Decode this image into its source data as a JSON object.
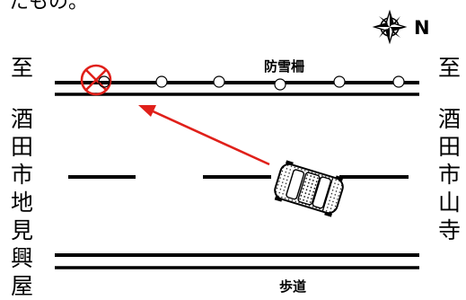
{
  "header_fragment": "たもの。",
  "left_destination": {
    "prefix": "至",
    "chars": [
      "酒",
      "田",
      "市",
      "地",
      "見",
      "興",
      "屋"
    ]
  },
  "right_destination": {
    "prefix": "至",
    "chars": [
      "酒",
      "田",
      "市",
      "山",
      "寺"
    ]
  },
  "labels": {
    "snow_fence": "防雪柵",
    "sidewalk": "歩道",
    "north": "N"
  },
  "colors": {
    "line": "#000000",
    "arrow": "#e0201a",
    "prohibited": "#e0201a"
  },
  "icons": {
    "compass": "compass-rose-icon",
    "collision_point": "prohibited-circle-icon",
    "vehicle": "car-icon"
  }
}
